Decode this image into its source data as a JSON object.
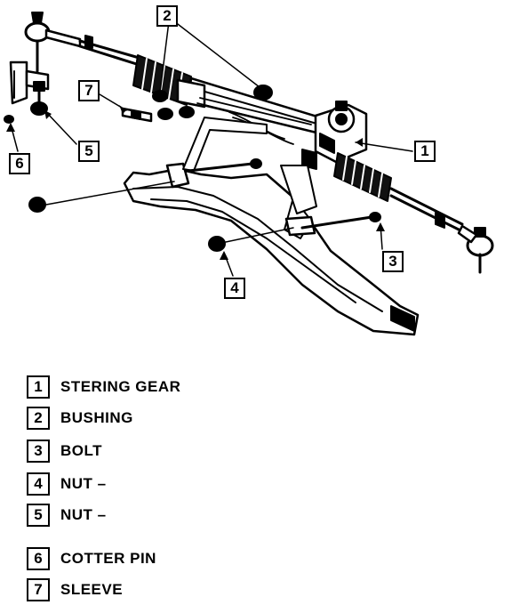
{
  "callouts": [
    "1",
    "2",
    "3",
    "4",
    "5",
    "6",
    "7"
  ],
  "legend": [
    {
      "number": "1",
      "label": "STERING GEAR"
    },
    {
      "number": "2",
      "label": "BUSHING"
    },
    {
      "number": "3",
      "label": "BOLT"
    },
    {
      "number": "4",
      "label": "NUT –"
    },
    {
      "number": "5",
      "label": "NUT –"
    },
    {
      "number": "6",
      "label": "COTTER PIN"
    },
    {
      "number": "7",
      "label": "SLEEVE"
    }
  ]
}
